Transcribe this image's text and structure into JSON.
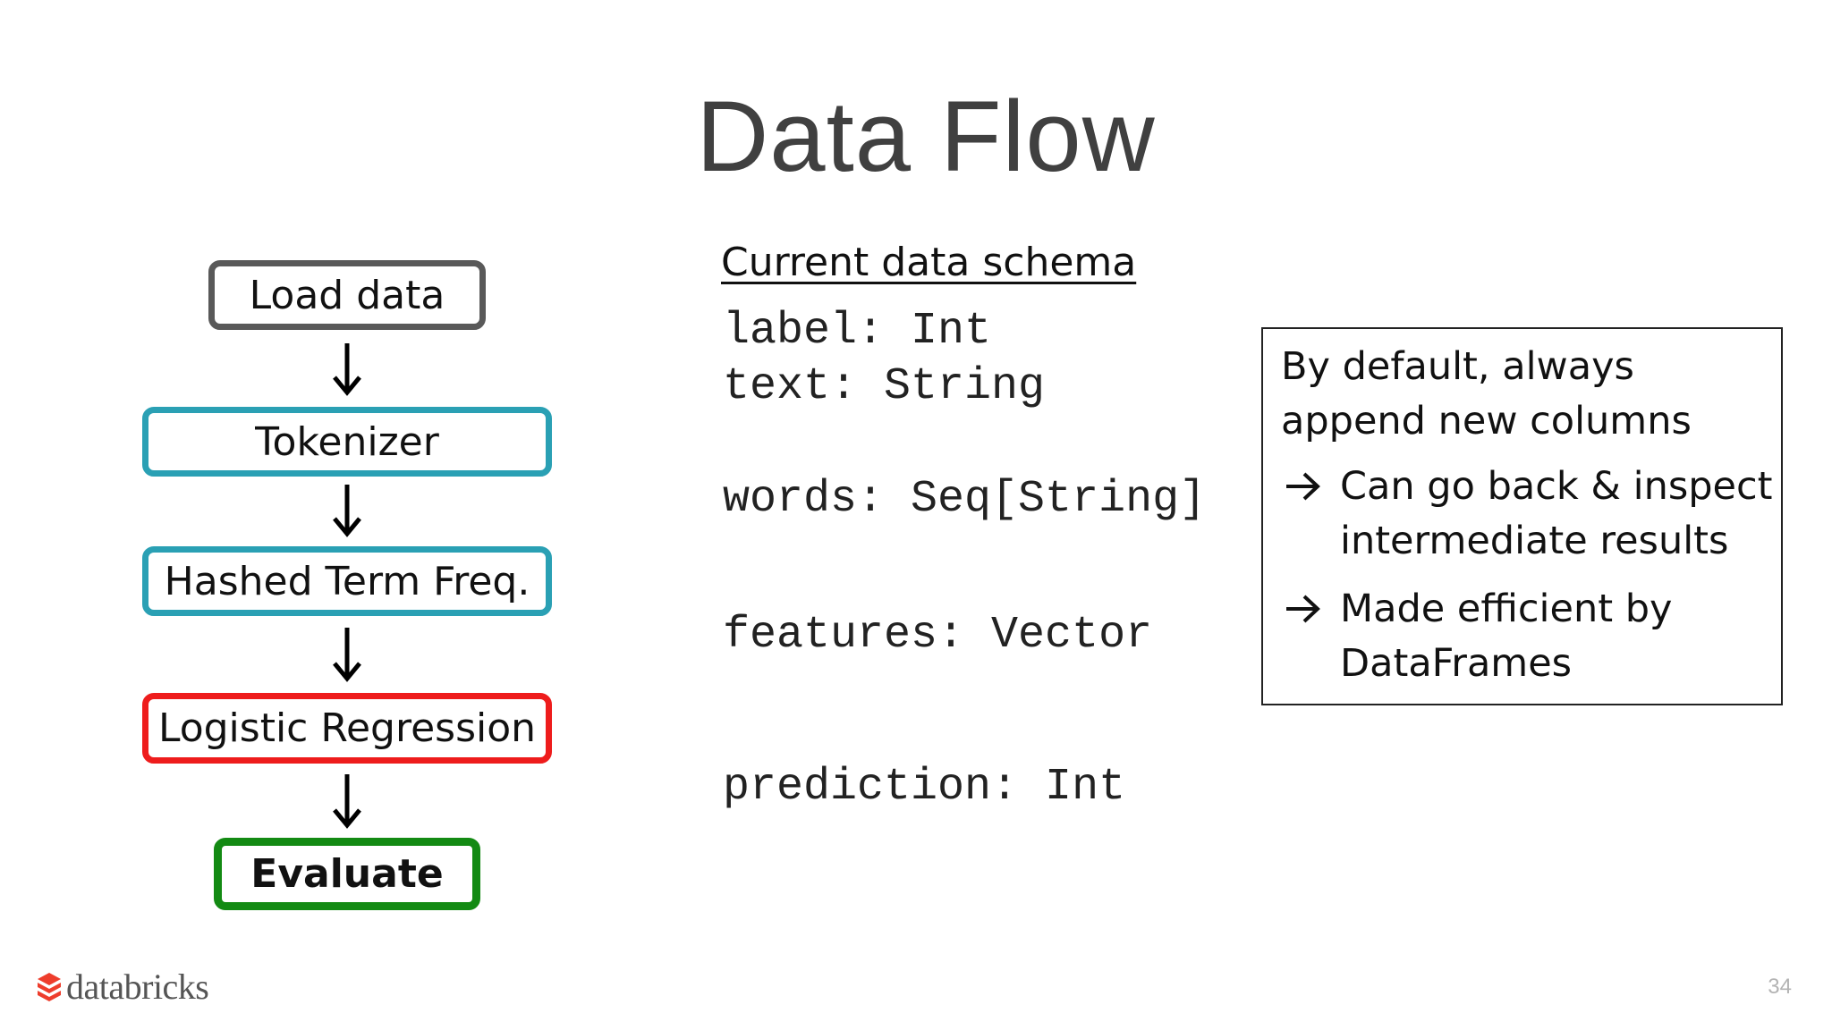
{
  "title": "Data Flow",
  "flow": {
    "steps": [
      {
        "label": "Load data",
        "border_color": "#595959"
      },
      {
        "label": "Tokenizer",
        "border_color": "#2aa0b4"
      },
      {
        "label": "Hashed Term Freq.",
        "border_color": "#2aa0b4"
      },
      {
        "label": "Logistic Regression",
        "border_color": "#ee1c1c"
      },
      {
        "label": "Evaluate",
        "border_color": "#138a13"
      }
    ]
  },
  "schema": {
    "heading": "Current data schema",
    "fields": [
      "label: Int",
      "text: String",
      "words: Seq[String]",
      "features: Vector",
      "prediction: Int"
    ]
  },
  "note": {
    "intro": "By default, always append new columns",
    "bullets": [
      "Can go back & inspect intermediate results",
      "Made efficient by DataFrames"
    ],
    "bullet_icon": "right-arrow-icon"
  },
  "footer": {
    "logo_text": "databricks",
    "logo_icon": "databricks-stack-icon",
    "logo_color": "#ee3d2c",
    "page_number": "34"
  }
}
